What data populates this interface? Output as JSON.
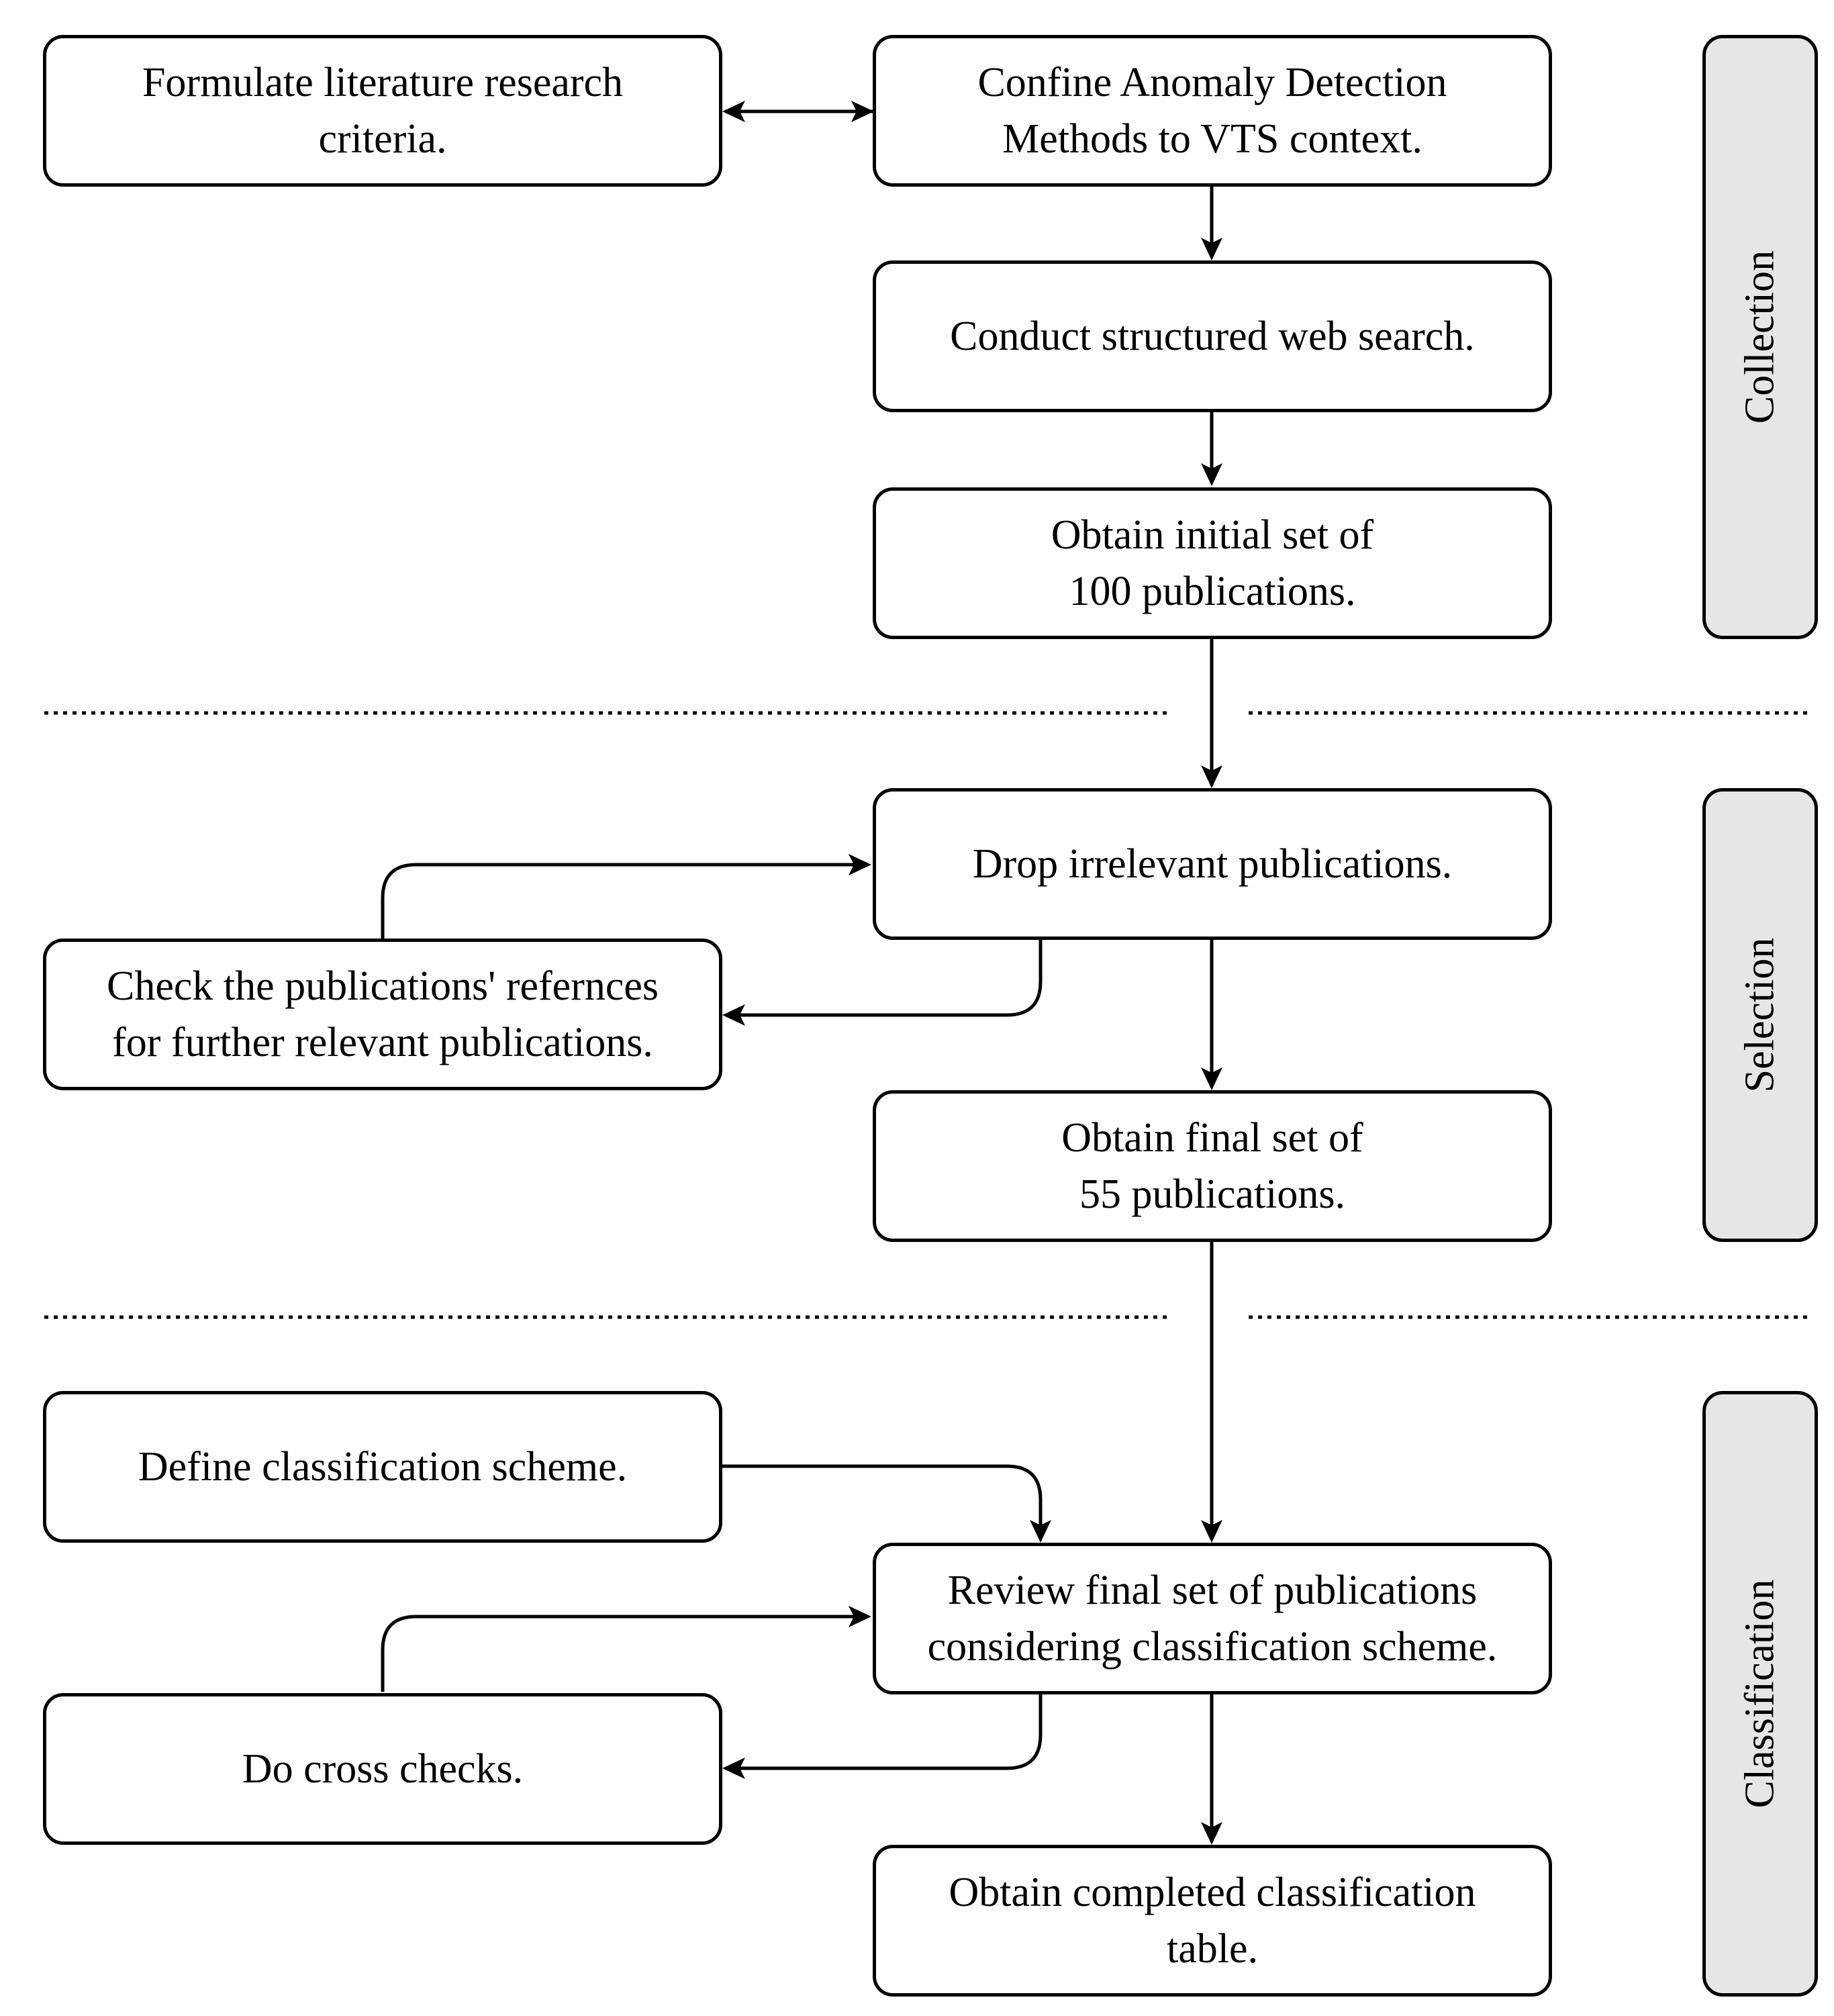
{
  "steps": {
    "formulate": "Formulate literature research\ncriteria.",
    "confine": "Confine Anomaly Detection\nMethods to VTS context.",
    "search": "Conduct structured web search.",
    "initial_set": "Obtain initial set of\n100 publications.",
    "drop": "Drop irrelevant publications.",
    "check_refs": "Check the publications' refernces\nfor further relevant publications.",
    "final_set": "Obtain final set of\n55 publications.",
    "define_scheme": "Define classification scheme.",
    "review": "Review final set of publications\nconsidering classification scheme.",
    "cross_checks": "Do cross checks.",
    "completed_table": "Obtain completed classification\ntable."
  },
  "phases": {
    "collection": "Collection",
    "selection": "Selection",
    "classification": "Classification"
  }
}
